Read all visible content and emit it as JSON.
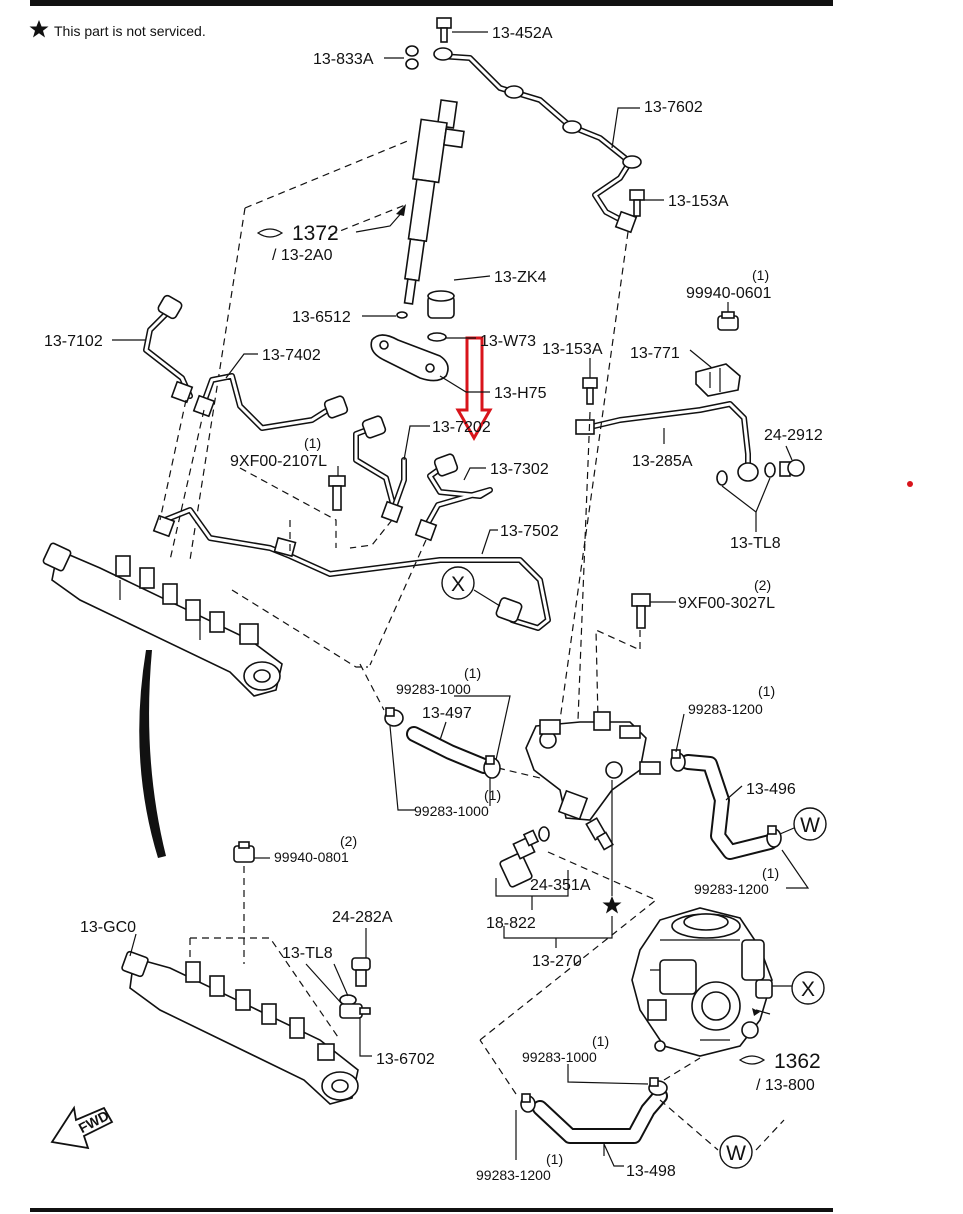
{
  "note": "This part is not serviced.",
  "colors": {
    "ink": "#111111",
    "annotation": "#d8141b"
  },
  "labels": {
    "p13_452A": "13-452A",
    "p13_833A": "13-833A",
    "p13_7602": "13-7602",
    "p13_153A_top": "13-153A",
    "p1372": "1372",
    "p13_2A0": "/ 13-2A0",
    "p13_ZK4": "13-ZK4",
    "p13_6512": "13-6512",
    "p13_W73": "13-W73",
    "p13_H75": "13-H75",
    "p13_7102": "13-7102",
    "p13_7402": "13-7402",
    "p13_7202": "13-7202",
    "p13_7302": "13-7302",
    "qty_9XF00_2107L": "(1)",
    "p9XF00_2107L": "9XF00-2107L",
    "p13_7502": "13-7502",
    "qty_99940_0601": "(1)",
    "p99940_0601": "99940-0601",
    "p13_771": "13-771",
    "p13_153A_mid": "13-153A",
    "p24_2912": "24-2912",
    "p13_285A": "13-285A",
    "p13_TL8_top": "13-TL8",
    "qty_9XF00_3027L": "(2)",
    "p9XF00_3027L": "9XF00-3027L",
    "qty_99283_1000_a": "(1)",
    "p99283_1000_a": "99283-1000",
    "p13_497": "13-497",
    "qty_99283_1000_b": "(1)",
    "p99283_1000_b": "99283-1000",
    "qty_99283_1200_a": "(1)",
    "p99283_1200_a": "99283-1200",
    "p13_496": "13-496",
    "qty_99283_1200_b": "(1)",
    "p99283_1200_b": "99283-1200",
    "p24_351A": "24-351A",
    "p18_822": "18-822",
    "p13_270": "13-270",
    "qty_99940_0801": "(2)",
    "p99940_0801": "99940-0801",
    "p13_GC0": "13-GC0",
    "p24_282A": "24-282A",
    "p13_TL8_bottom": "13-TL8",
    "p13_6702": "13-6702",
    "p1362": "1362",
    "p13_800": "/ 13-800",
    "qty_99283_1000_c": "(1)",
    "p99283_1000_c": "99283-1000",
    "qty_99283_1200_c": "(1)",
    "p99283_1200_c": "99283-1200",
    "p13_498": "13-498",
    "fwd": "FWD",
    "conn_X1": "X",
    "conn_X2": "X",
    "conn_W1": "W",
    "conn_W2": "W"
  }
}
